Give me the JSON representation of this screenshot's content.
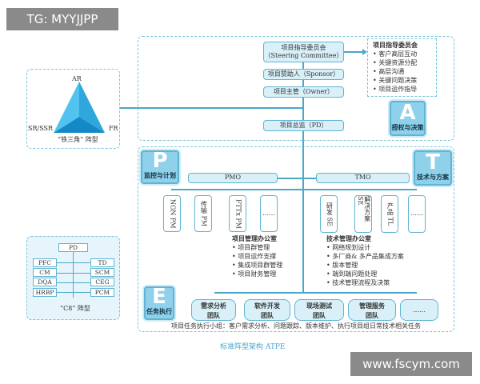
{
  "watermark_top": "TG: MYYJJPP",
  "watermark_bottom": "www.fscym.com",
  "caption": "标准阵型架构 ATPE",
  "colors": {
    "accent": "#5fb4d2",
    "fill": "#d9f0f8",
    "badge": "#8fd0ea",
    "triangle": "#29aee6"
  },
  "triangle": {
    "top": "AR",
    "left": "SR/SSR",
    "right": "FR",
    "title": "“铁三角” 阵型"
  },
  "cs": {
    "top": "PD",
    "left": [
      "PFC",
      "CM",
      "DQA",
      "HRBP"
    ],
    "right": [
      "TD",
      "SCM",
      "CEG",
      "PCM"
    ],
    "title": "“C8” 阵型"
  },
  "a_section": {
    "steering_line1": "项目指导委员会",
    "steering_line2": "（Steering Committee）",
    "sponsor": "项目赞助人（Sponsor）",
    "owner": "项目主管（Owner）",
    "pd": "项目总监（PD）",
    "list_title": "项目指导委员会",
    "list": [
      "• 客户高层互动",
      "• 关键资源分配",
      "• 高层沟通",
      "• 关键问题决策",
      "• 项目运作指导"
    ],
    "badge_letter": "A",
    "badge_label": "授权与决策"
  },
  "p_section": {
    "badge_letter": "P",
    "badge_label": "监控与计划",
    "office": "PMO",
    "roles": [
      "NGN PM",
      "传输 PM",
      "FTTx PM",
      "……"
    ],
    "list_title": "项目管理办公室",
    "list": [
      "• 项目群管理",
      "• 项目运作支撑",
      "• 集成项目群管理",
      "• 项目财务管理"
    ]
  },
  "t_section": {
    "badge_letter": "T",
    "badge_label": "技术与方案",
    "office": "TMO",
    "roles": [
      "研发 SE",
      "解决方案 SE",
      "产品 TL",
      "……"
    ],
    "list_title": "技术管理办公室",
    "list": [
      "• 网络规划设计",
      "• 多厂商& 多产品集成方案",
      "• 版本管理",
      "• 端到端问题处理",
      "• 技术管理流程及决策"
    ]
  },
  "e_section": {
    "badge_letter": "E",
    "badge_label": "任务执行",
    "teams": [
      [
        "需求分析",
        "团队"
      ],
      [
        "软件开发",
        "团队"
      ],
      [
        "现场测试",
        "团队"
      ],
      [
        "管理服务",
        "团队"
      ],
      [
        "……",
        ""
      ]
    ],
    "note": "项目任务执行小组：客户需求分析、问题跟踪、版本维护、执行项目组日常技术相关任务"
  }
}
